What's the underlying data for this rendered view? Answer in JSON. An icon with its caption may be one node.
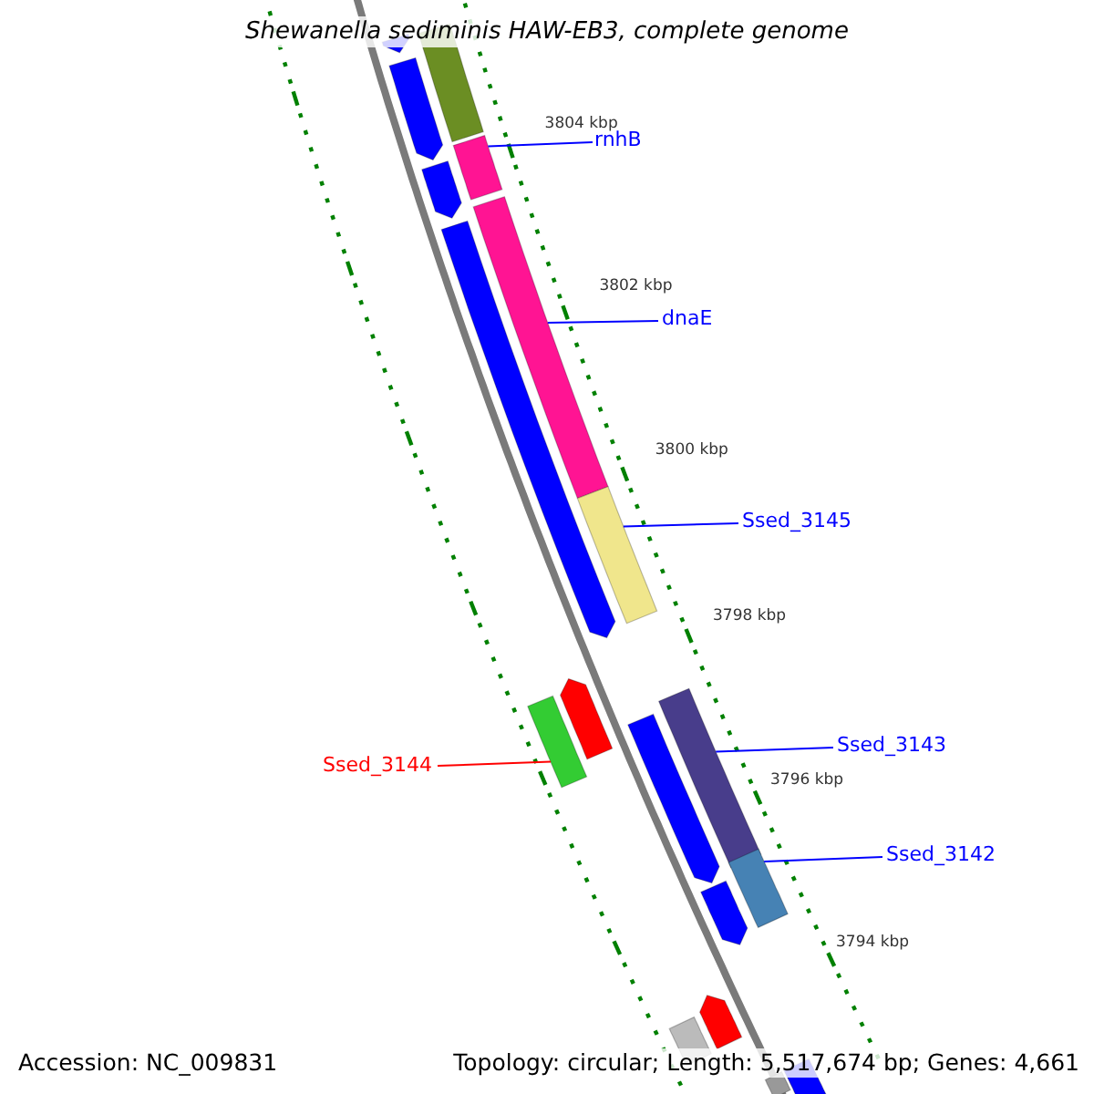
{
  "diagram": {
    "title": "Shewanella sediminis HAW-EB3, complete genome",
    "nodes": [
      {
        "text": [
          "rnhB"
        ]
      },
      {
        "text": [],
        "shape": "bar"
      },
      {
        "text": [
          "dnaE"
        ]
      },
      {
        "text": [],
        "shape": "bar"
      },
      {
        "text": [
          "Ssed_3145"
        ]
      },
      {
        "text": [],
        "shape": "bar"
      },
      {
        "text": [
          "Ssed_3144"
        ]
      },
      {
        "text": [],
        "shape": "bar"
      },
      {
        "text": [
          "Ssed_3143"
        ]
      },
      {
        "text": [],
        "shape": "bar"
      },
      {
        "text": [
          "Ssed_3142"
        ]
      },
      {
        "text": [],
        "shape": "bar"
      },
      {
        "text": [],
        "shape": "bar"
      },
      {
        "text": [],
        "shape": "bar"
      },
      {
        "text": [],
        "shape": "bar"
      },
      {
        "text": [],
        "shape": "bar"
      },
      {
        "text": [],
        "shape": "bar"
      },
      {
        "text": [],
        "shape": "bar"
      },
      {
        "text": [],
        "shape": "bar"
      },
      {
        "text": [],
        "shape": "bar"
      },
      {
        "text": [],
        "shape": "bar"
      },
      {
        "text": [],
        "shape": "bar"
      },
      {
        "text": [],
        "shape": "bar"
      },
      {
        "text": [],
        "shape": "bar"
      }
    ],
    "edges": [
      {
        "from": 0,
        "to": 1,
        "arrow": "none"
      },
      {
        "from": 2,
        "to": 3,
        "arrow": "none"
      },
      {
        "from": 4,
        "to": 5,
        "arrow": "none"
      },
      {
        "from": 6,
        "to": 7,
        "arrow": "none",
        "color": "#ff0000"
      },
      {
        "from": 8,
        "to": 9,
        "arrow": "none"
      },
      {
        "from": 10,
        "to": 11,
        "arrow": "none"
      }
    ],
    "labels": [
      "3804 kbp",
      "3802 kbp",
      "3800 kbp",
      "3798 kbp",
      "3796 kbp",
      "3794 kbp",
      "Accession: NC_009831",
      "Topology: circular; Length: 5,517,674 bp; Genes: 4,661"
    ]
  }
}
